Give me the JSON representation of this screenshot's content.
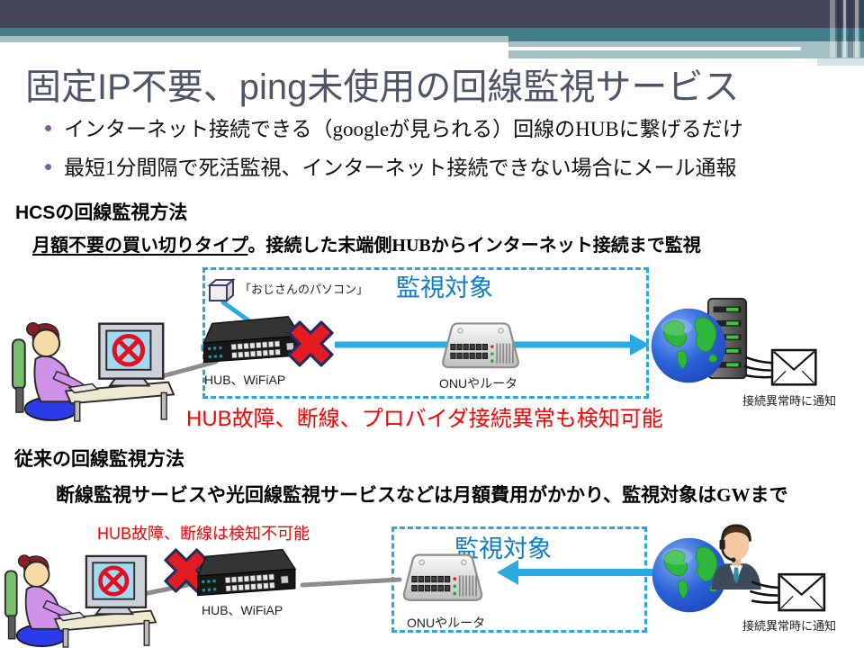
{
  "slide": {
    "title": "固定IP不要、ping未使用の回線監視サービス",
    "bullets": [
      "インターネット接続できる（googleが見られる）回線のHUBに繋げるだけ",
      "最短1分間隔で死活監視、インターネット接続できない場合にメール通報"
    ],
    "hcs": {
      "heading": "HCSの回線監視方法",
      "lead_underline": "月額不要の買い切りタイプ",
      "lead_rest": "。接続した末端側HUBからインターネット接続まで監視",
      "pc_note": "「おじさんのパソコン」",
      "monitor_label": "監視対象",
      "hub_label": "HUB、WiFiAP",
      "onu_label": "ONUやルータ",
      "notify_label": "接続異常時に通知",
      "result": "HUB故障、断線、プロバイダ接続異常も検知可能"
    },
    "legacy": {
      "heading": "従来の回線監視方法",
      "lead": "断線監視サービスや光回線監視サービスなどは月額費用がかかり、監視対象はGWまで",
      "warning": "HUB故障、断線は検知不可能",
      "monitor_label": "監視対象",
      "hub_label": "HUB、WiFiAP",
      "onu_label": "ONUやルータ",
      "notify_label": "接続異常時に通知"
    },
    "colors": {
      "header_dark": "#44465A",
      "header_teal": "#41808A",
      "header_sage": "#A6C0BB",
      "monitor_blue": "#0C7DC8",
      "dashed_blue": "#29A8E0",
      "alert_red": "#FF0000",
      "cross_red": "#E31B23"
    }
  }
}
